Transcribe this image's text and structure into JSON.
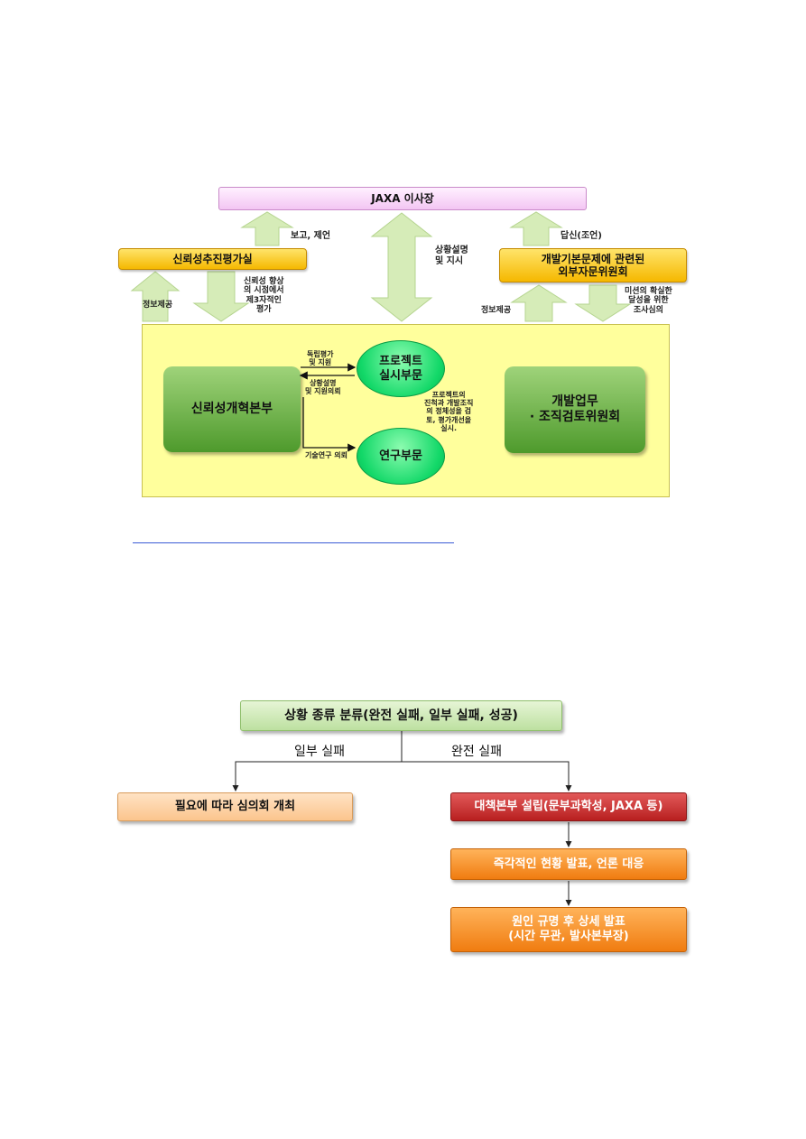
{
  "fig1": {
    "top_box": "JAXA 이사장",
    "left_box": "신뢰성추진평가실",
    "right_box": "개발기본문제에 관련된\n외부자문위원회",
    "main_left": "신뢰성개혁본부",
    "main_right": "개발업무\n· 조직검토위원회",
    "circle_top": "프로젝트\n실시부문",
    "circle_bottom": "연구부문",
    "labels": {
      "report": "보고, 제언",
      "status_explain": "상황설명\n및 지시",
      "reply": "답신(조언)",
      "info_left": "정보제공",
      "third_party": "신뢰성 향상\n의 시점에서\n제3자적인\n평가",
      "info_right": "정보제공",
      "investigate": "미션의 확실한\n달성을 위한\n조사심의",
      "indep_eval": "독립평가\n및 지원",
      "status_support": "상황설명\n및 지원의뢰",
      "tech_research": "기술연구 의뢰",
      "review": "프로젝트의\n진척과 개발조직\n의 정체성을 검\n토, 평가개선을\n실시."
    }
  },
  "fig2": {
    "top": "상황 종류 분류(완전 실패, 일부 실패, 성공)",
    "branch_left": "일부 실패",
    "branch_right": "완전 실패",
    "left_box": "필요에 따라 심의회 개최",
    "right1": "대책본부 설립(문부과학성, JAXA 등)",
    "right2": "즉각적인 현황 발표, 언론 대응",
    "right3": "원인 규명 후 상세 발표\n(시간 무관, 발사본부장)"
  },
  "colors": {
    "arrow_green": "#d6ecb8",
    "yellow_area": "#ffff9c",
    "link": "#3b5bd6"
  }
}
